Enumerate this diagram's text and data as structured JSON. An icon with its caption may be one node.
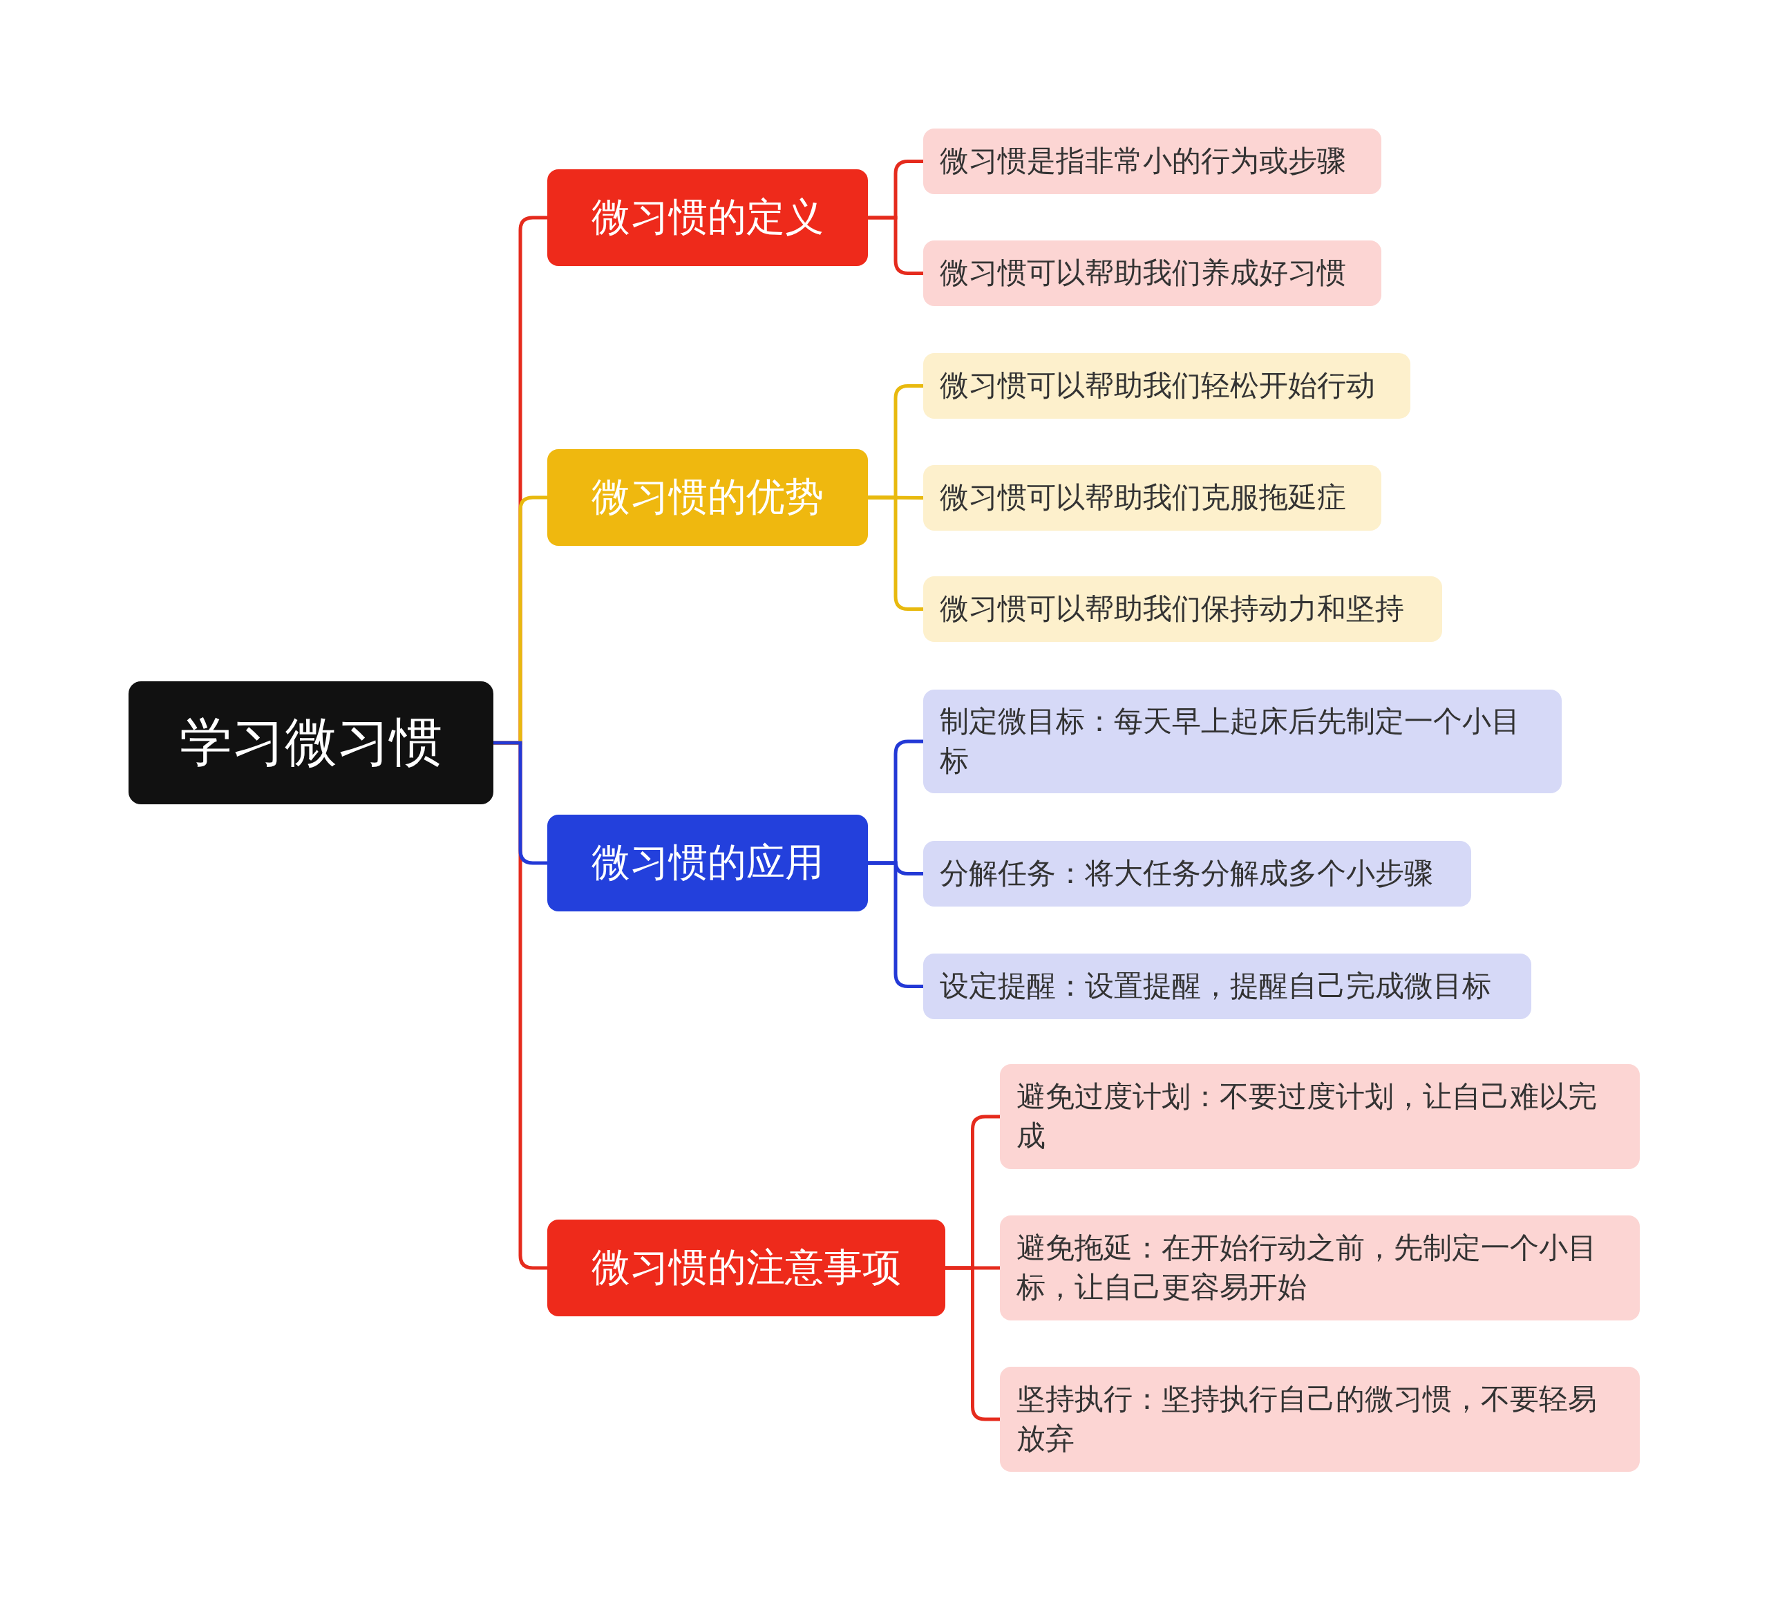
{
  "diagram": {
    "nodes": [
      {
        "text": [
          "学习微习惯"
        ]
      },
      {
        "text": [
          "微习惯的定义"
        ]
      },
      {
        "text": [
          "微习惯是指非常小的行为或步骤"
        ]
      },
      {
        "text": [
          "微习惯可以帮助我们养成好习惯"
        ]
      },
      {
        "text": [
          "微习惯的优势"
        ]
      },
      {
        "text": [
          "微习惯可以帮助我们轻松开始行动"
        ]
      },
      {
        "text": [
          "微习惯可以帮助我们克服拖延症"
        ]
      },
      {
        "text": [
          "微习惯可以帮助我们保持动力和坚持"
        ]
      },
      {
        "text": [
          "微习惯的应用"
        ]
      },
      {
        "text": [
          "制定微目标：每天早上起床后先制定一个小目标"
        ]
      },
      {
        "text": [
          "分解任务：将大任务分解成多个小步骤"
        ]
      },
      {
        "text": [
          "设定提醒：设置提醒，提醒自己完成微目标"
        ]
      },
      {
        "text": [
          "微习惯的注意事项"
        ]
      },
      {
        "text": [
          "避免过度计划：不要过度计划，让自己难以完成"
        ]
      },
      {
        "text": [
          "避免拖延：在开始行动之前，先制定一个小目标，让自己更容易开始"
        ]
      },
      {
        "text": [
          "坚持执行：坚持执行自己的微习惯，不要轻易放弃"
        ]
      }
    ],
    "edges": [
      {
        "from": 0,
        "to": 1,
        "arrow": "none"
      },
      {
        "from": 0,
        "to": 4,
        "arrow": "none",
        "color": "#e8b90e"
      },
      {
        "from": 0,
        "to": 8,
        "arrow": "none",
        "color": "#2339d6"
      },
      {
        "from": 0,
        "to": 12,
        "arrow": "none"
      },
      {
        "from": 1,
        "to": 2,
        "arrow": "none"
      },
      {
        "from": 1,
        "to": 3,
        "arrow": "none"
      },
      {
        "from": 4,
        "to": 5,
        "arrow": "none",
        "color": "#e8b90e"
      },
      {
        "from": 4,
        "to": 6,
        "arrow": "none",
        "color": "#e8b90e"
      },
      {
        "from": 4,
        "to": 7,
        "arrow": "none",
        "color": "#e8b90e"
      },
      {
        "from": 8,
        "to": 9,
        "arrow": "none",
        "color": "#2339d6"
      },
      {
        "from": 8,
        "to": 10,
        "arrow": "none",
        "color": "#2339d6"
      },
      {
        "from": 8,
        "to": 11,
        "arrow": "none",
        "color": "#2339d6"
      },
      {
        "from": 12,
        "to": 13,
        "arrow": "none"
      },
      {
        "from": 12,
        "to": 14,
        "arrow": "none"
      },
      {
        "from": 12,
        "to": 15,
        "arrow": "none"
      }
    ]
  }
}
